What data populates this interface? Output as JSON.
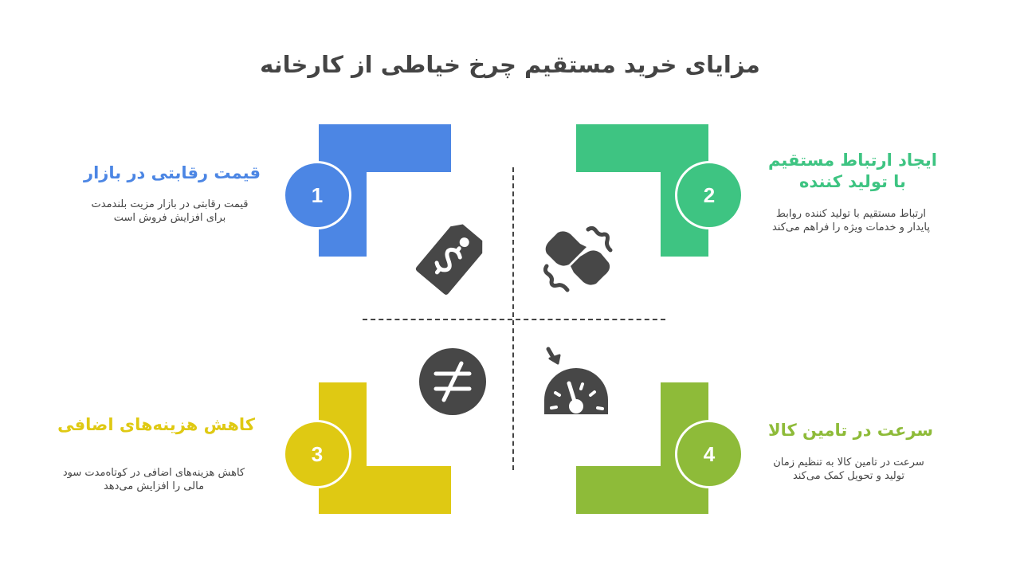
{
  "title": "مزایای خرید مستقیم چرخ خیاطی از کارخانه",
  "colors": {
    "blue": "#4C86E4",
    "green": "#3EC482",
    "yellow": "#DFC913",
    "olive": "#8EBB39",
    "icon_dark": "#474747",
    "text": "#444444"
  },
  "quadrants": [
    {
      "number": "1",
      "heading": "قیمت رقابتی در بازار",
      "description_line1": "قیمت رقابتی در بازار مزیت بلندمدت",
      "description_line2": "برای افزایش فروش است",
      "icon": "price-tag-dollar-icon"
    },
    {
      "number": "2",
      "heading_line1": "ایجاد ارتباط مستقیم",
      "heading_line2": "با تولید کننده",
      "description_line1": "ارتباط مستقیم با تولید کننده روابط",
      "description_line2": "پایدار و خدمات ویژه را فراهم می‌کند",
      "icon": "plug-connection-icon"
    },
    {
      "number": "3",
      "heading": "کاهش هزینه‌های اضافی",
      "description_line1": "کاهش هزینه‌های اضافی در کوتاه‌مدت سود",
      "description_line2": "مالی را افزایش می‌دهد",
      "icon": "not-equal-icon"
    },
    {
      "number": "4",
      "heading": "سرعت در تامین کالا",
      "description_line1": "سرعت در تامین کالا به تنظیم زمان",
      "description_line2": "تولید و تحویل کمک می‌کند",
      "icon": "speedometer-icon"
    }
  ]
}
